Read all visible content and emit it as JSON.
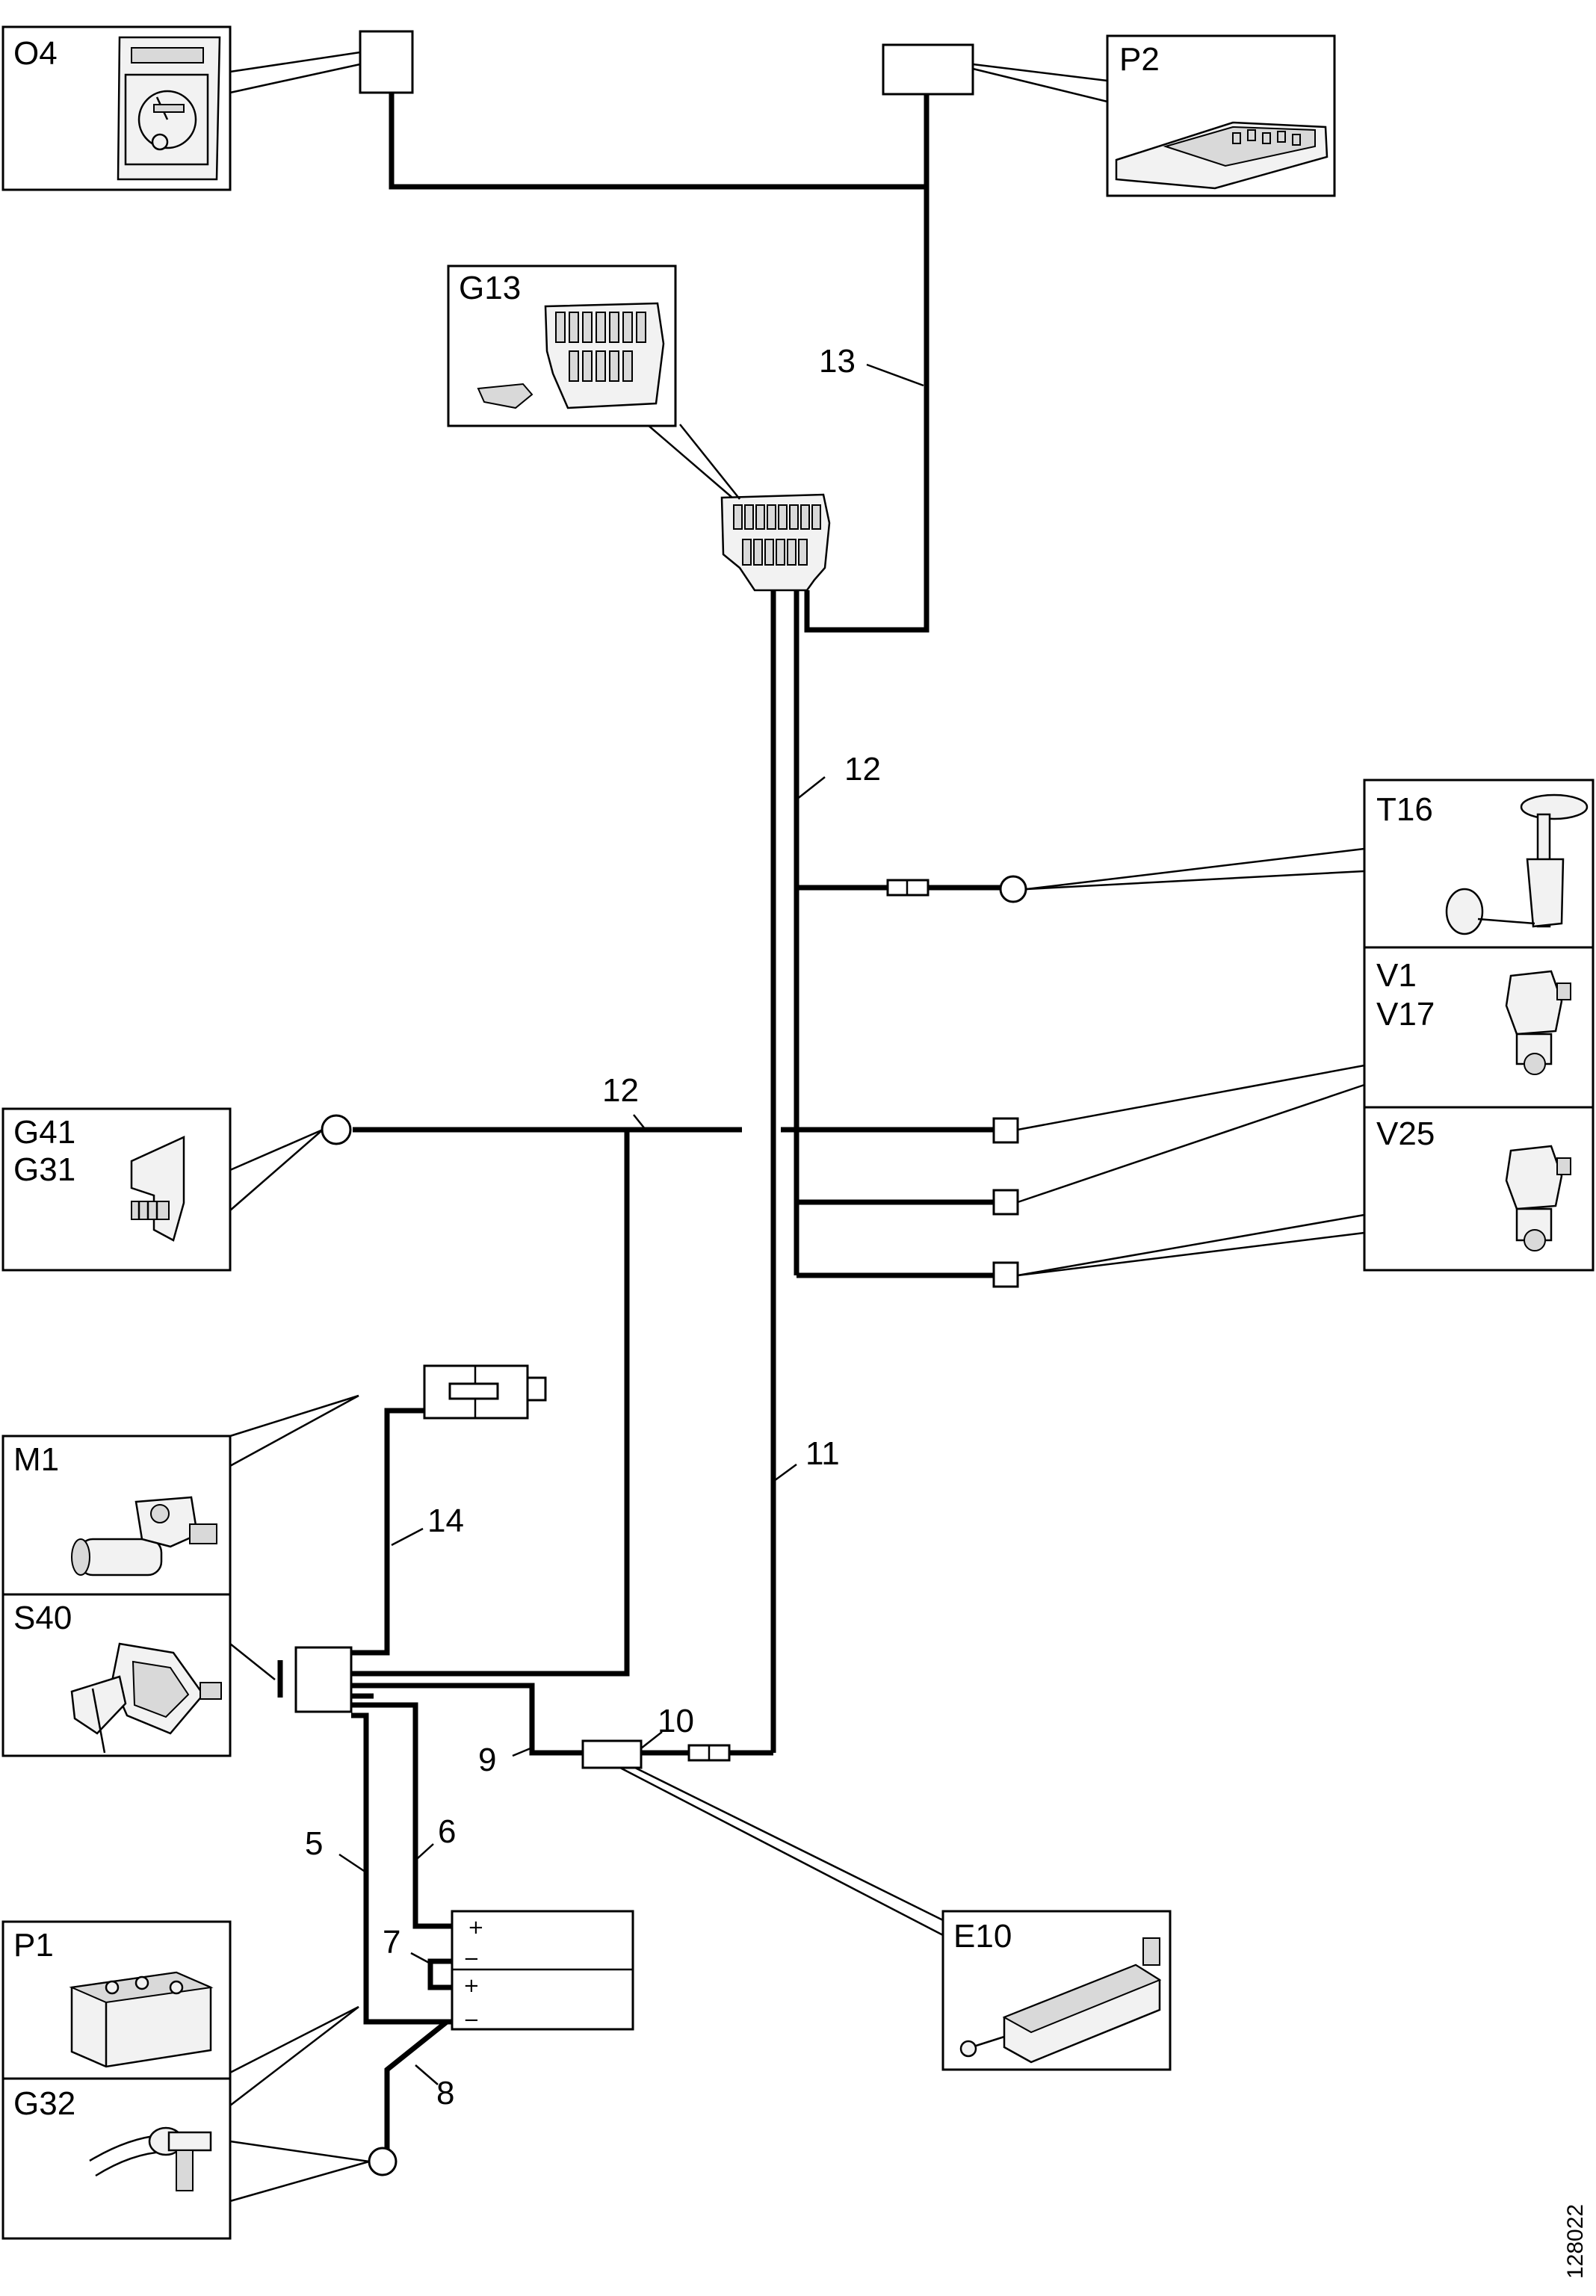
{
  "figure_id": "128022",
  "components": [
    {
      "id": "o4",
      "codes": [
        "O4"
      ]
    },
    {
      "id": "p2",
      "codes": [
        "P2"
      ]
    },
    {
      "id": "g13",
      "codes": [
        "G13"
      ]
    },
    {
      "id": "t16",
      "codes": [
        "T16"
      ]
    },
    {
      "id": "v1",
      "codes": [
        "V1",
        "V17"
      ]
    },
    {
      "id": "v25",
      "codes": [
        "V25"
      ]
    },
    {
      "id": "g41",
      "codes": [
        "G41",
        "G31"
      ]
    },
    {
      "id": "m1",
      "codes": [
        "M1"
      ]
    },
    {
      "id": "s40",
      "codes": [
        "S40"
      ]
    },
    {
      "id": "p1",
      "codes": [
        "P1"
      ]
    },
    {
      "id": "g32",
      "codes": [
        "G32"
      ]
    },
    {
      "id": "e10",
      "codes": [
        "E10"
      ]
    }
  ],
  "cables": {
    "c5": "5",
    "c6": "6",
    "c7": "7",
    "c8": "8",
    "c9": "9",
    "c10": "10",
    "c11": "11",
    "c12a": "12",
    "c12b": "12",
    "c13": "13",
    "c14": "14"
  },
  "battery_terminals": {
    "t1": "+",
    "t2": "−",
    "t3": "+",
    "t4": "−"
  }
}
